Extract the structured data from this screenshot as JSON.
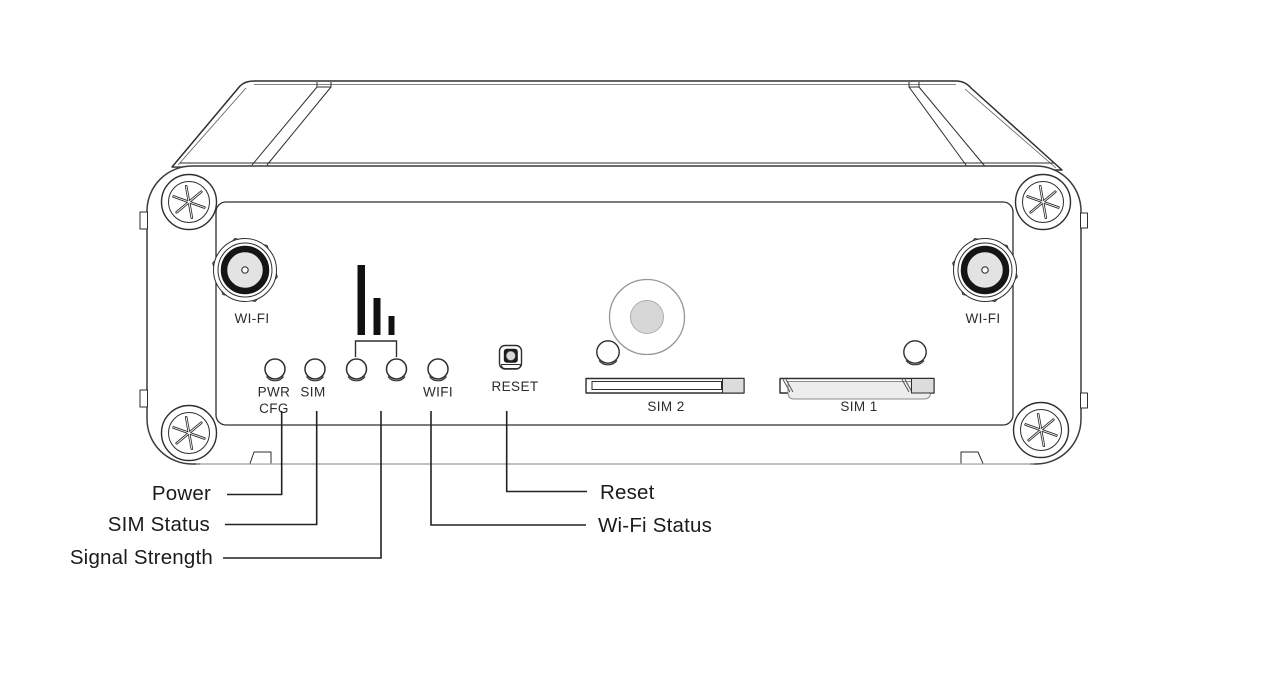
{
  "panel": {
    "antenna_left_label": "WI-FI",
    "antenna_right_label": "WI-FI",
    "leds": {
      "pwr_line1": "PWR",
      "pwr_line2": "CFG",
      "sim": "SIM",
      "wifi": "WIFI"
    },
    "reset_label": "RESET",
    "sim_slots": {
      "sim2": "SIM 2",
      "sim1": "SIM 1"
    }
  },
  "callouts": {
    "power": "Power",
    "sim_status": "SIM Status",
    "signal_strength": "Signal Strength",
    "reset": "Reset",
    "wifi_status": "Wi-Fi Status"
  },
  "icons": {
    "signal_strength": "signal-bars-icon",
    "corner_screws": "torx-screw-icon",
    "antenna_connector": "sma-connector-icon"
  },
  "colors": {
    "line": "#2e2e2e",
    "light_line": "#9a9a9a",
    "gray_fill": "#d9d9d9",
    "dark_fill": "#111111",
    "text": "#1b1b1b",
    "background": "#ffffff"
  }
}
